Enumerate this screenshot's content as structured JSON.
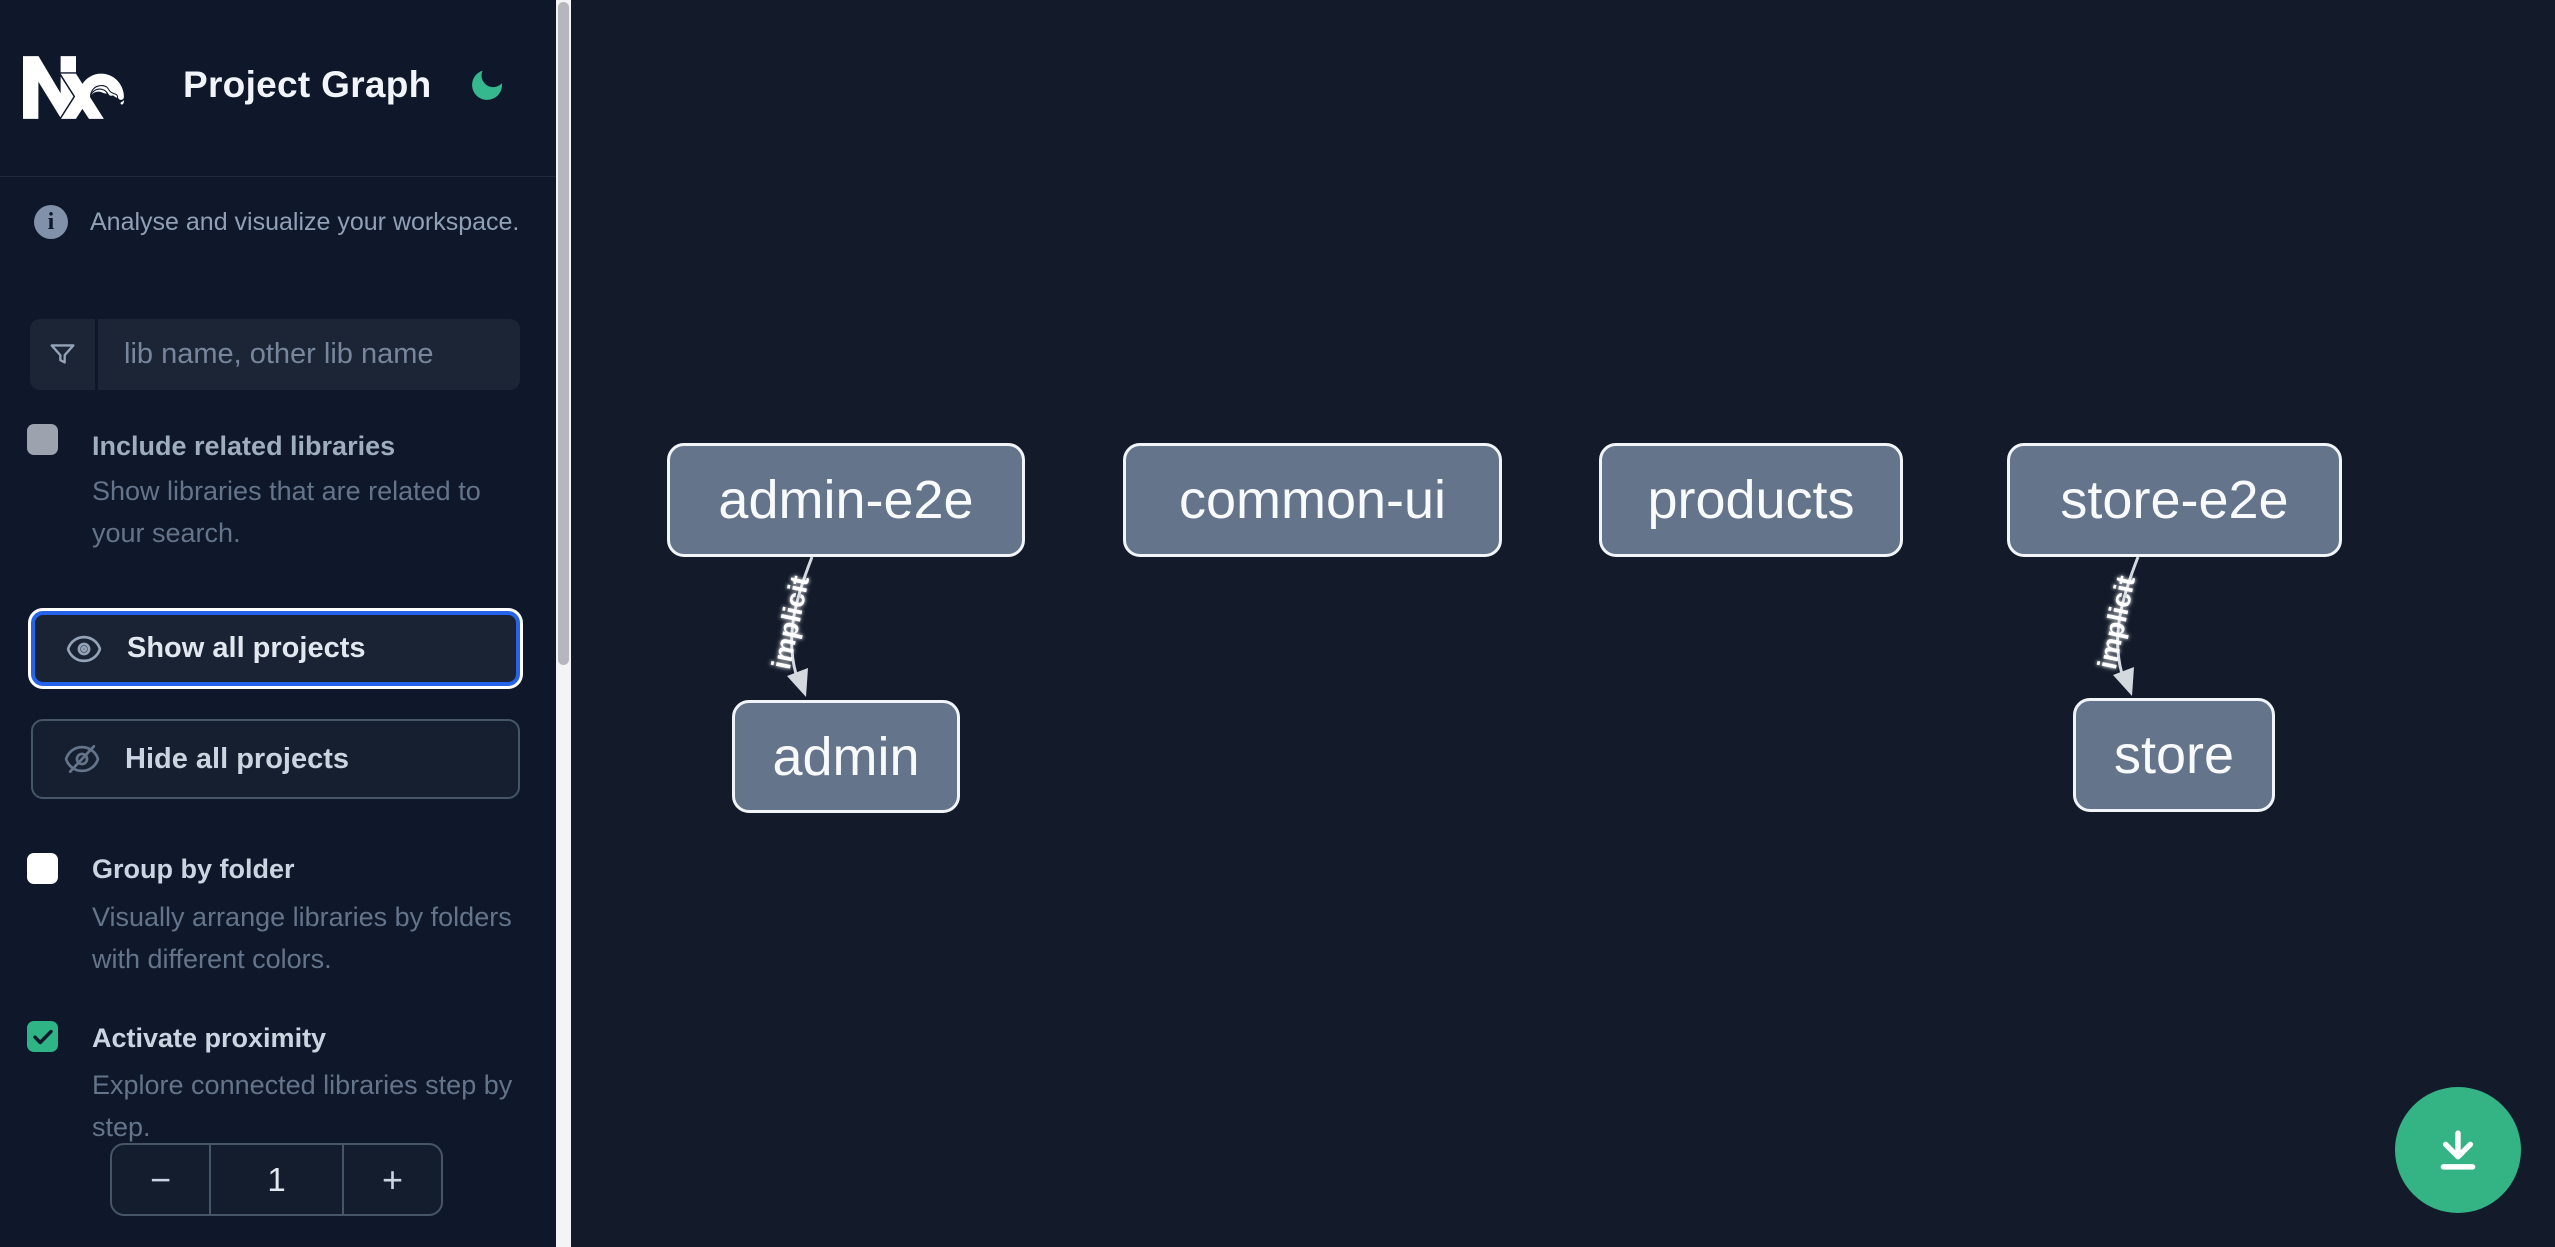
{
  "header": {
    "app_title": "Project Graph"
  },
  "sidebar": {
    "tagline": "Analyse and visualize your workspace.",
    "search": {
      "placeholder": "lib name, other lib name"
    },
    "options": [
      {
        "label": "Include related libraries",
        "description": "Show libraries that are related to your search.",
        "checked": false,
        "disabled": true
      },
      {
        "label": "Group by folder",
        "description": "Visually arrange libraries by folders with different colors.",
        "checked": false,
        "disabled": false
      },
      {
        "label": "Activate proximity",
        "description": "Explore connected libraries step by step.",
        "checked": true,
        "disabled": false
      }
    ],
    "actions": [
      {
        "label": "Show all projects",
        "icon": "eye-icon",
        "focused": true
      },
      {
        "label": "Hide all projects",
        "icon": "eye-off-icon",
        "focused": false
      }
    ],
    "proximity_stepper": {
      "decrement_label": "−",
      "value": "1",
      "increment_label": "+"
    }
  },
  "graph": {
    "nodes": [
      {
        "label": "admin-e2e"
      },
      {
        "label": "common-ui"
      },
      {
        "label": "products"
      },
      {
        "label": "store-e2e"
      },
      {
        "label": "admin"
      },
      {
        "label": "store"
      }
    ],
    "edges": [
      {
        "source": "admin-e2e",
        "target": "admin",
        "label": "implicit"
      },
      {
        "source": "store-e2e",
        "target": "store",
        "label": "implicit"
      }
    ]
  },
  "fab": {
    "icon": "download-icon"
  },
  "colors": {
    "sidebar_bg": "#0f172a",
    "canvas_bg": "#131b2b",
    "accent_green": "#34b385",
    "focus_blue": "#2563eb",
    "node_fill": "#64748b",
    "node_border": "#f1f5f9",
    "edge": "#d4d9e0"
  }
}
